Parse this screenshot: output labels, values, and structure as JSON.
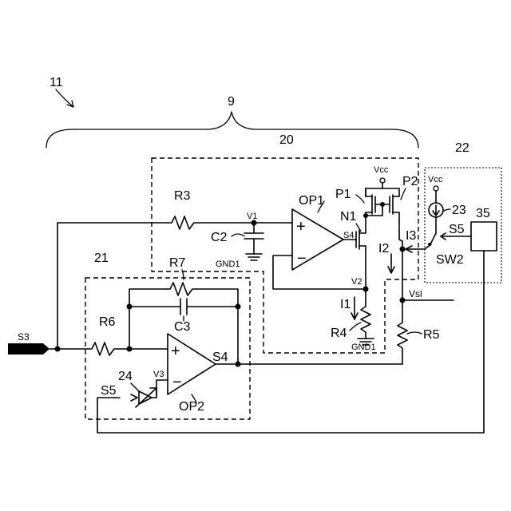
{
  "refs": {
    "system": "11",
    "group": "9",
    "block20": "20",
    "block21": "21",
    "block22": "22",
    "controller": "35",
    "source23": "23",
    "vref24": "24"
  },
  "components": {
    "r3": "R3",
    "r4": "R4",
    "r5": "R5",
    "r6": "R6",
    "r7": "R7",
    "c2": "C2",
    "c3": "C3",
    "op1": "OP1",
    "op2": "OP2",
    "n1": "N1",
    "p1": "P1",
    "p2": "P2",
    "sw2": "SW2"
  },
  "nodes": {
    "v1": "V1",
    "v2": "V2",
    "v3": "V3",
    "vsl": "Vsl",
    "vcc": "Vcc",
    "gnd1": "GND1"
  },
  "signals": {
    "s3": "S3",
    "s4": "S4",
    "s5": "S5"
  },
  "currents": {
    "i1": "I1",
    "i2": "I2",
    "i3": "I3"
  },
  "opamp_signs": {
    "plus": "+",
    "minus": "−"
  }
}
